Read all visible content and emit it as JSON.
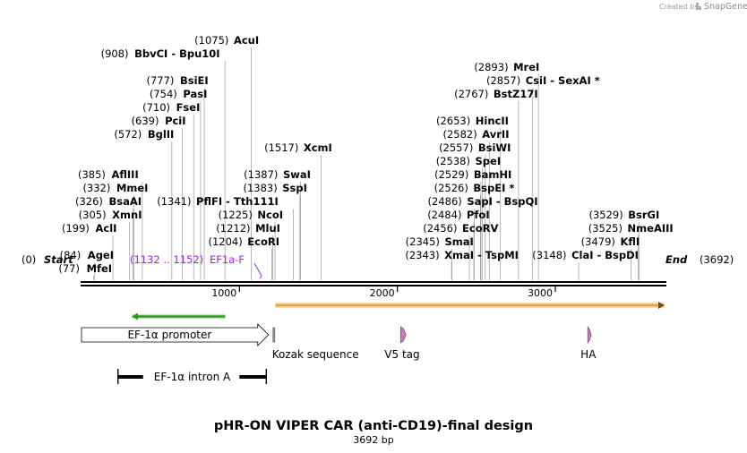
{
  "credit": {
    "text": "Created by",
    "brand": "SnapGene"
  },
  "title": "pHR-ON VIPER CAR (anti-CD19)-final design",
  "length_label": "3692 bp",
  "ends": {
    "start": {
      "pos": "(0)",
      "name": "Start"
    },
    "end": {
      "name": "End",
      "pos": "(3692)"
    }
  },
  "ticks": [
    {
      "value": 1000,
      "label": "1000"
    },
    {
      "value": 2000,
      "label": "2000"
    },
    {
      "value": 3000,
      "label": "3000"
    }
  ],
  "sites": [
    {
      "pos": 84,
      "pos_label": "(84)",
      "name": "AgeI",
      "row": 16
    },
    {
      "pos": 77,
      "pos_label": "(77)",
      "name": "MfeI",
      "row": 17
    },
    {
      "pos": 199,
      "pos_label": "(199)",
      "name": "AclI",
      "row": 14
    },
    {
      "pos": 305,
      "pos_label": "(305)",
      "name": "XmnI",
      "row": 13
    },
    {
      "pos": 326,
      "pos_label": "(326)",
      "name": "BsaAI",
      "row": 12
    },
    {
      "pos": 332,
      "pos_label": "(332)",
      "name": "MmeI",
      "row": 11
    },
    {
      "pos": 385,
      "pos_label": "(385)",
      "name": "AflIII",
      "row": 10
    },
    {
      "pos": 572,
      "pos_label": "(572)",
      "name": "BglII",
      "row": 7
    },
    {
      "pos": 639,
      "pos_label": "(639)",
      "name": "PciI",
      "row": 6
    },
    {
      "pos": 710,
      "pos_label": "(710)",
      "name": "FseI",
      "row": 5
    },
    {
      "pos": 754,
      "pos_label": "(754)",
      "name": "PasI",
      "row": 4
    },
    {
      "pos": 777,
      "pos_label": "(777)",
      "name": "BsiEI",
      "row": 3
    },
    {
      "pos": 908,
      "pos_label": "(908)",
      "name": "BbvCI",
      "name2": "Bpu10I",
      "row": 1
    },
    {
      "pos": 1075,
      "pos_label": "(1075)",
      "name": "AcuI",
      "row": 0
    },
    {
      "pos": 1341,
      "pos_label": "(1341)",
      "name": "PflFI",
      "name2": "Tth111I",
      "row": 12
    },
    {
      "pos": 1383,
      "pos_label": "(1383)",
      "name": "SspI",
      "row": 11
    },
    {
      "pos": 1387,
      "pos_label": "(1387)",
      "name": "SwaI",
      "row": 10
    },
    {
      "pos": 1517,
      "pos_label": "(1517)",
      "name": "XcmI",
      "row": 8
    },
    {
      "pos": 1225,
      "pos_label": "(1225)",
      "name": "NcoI",
      "row": 13
    },
    {
      "pos": 1212,
      "pos_label": "(1212)",
      "name": "MluI",
      "row": 14
    },
    {
      "pos": 1204,
      "pos_label": "(1204)",
      "name": "EcoRI",
      "row": 15
    },
    {
      "pos": 2343,
      "pos_label": "(2343)",
      "name": "XmaI",
      "name2": "TspMI",
      "row": 16
    },
    {
      "pos": 2345,
      "pos_label": "(2345)",
      "name": "SmaI",
      "row": 15
    },
    {
      "pos": 2456,
      "pos_label": "(2456)",
      "name": "EcoRV",
      "row": 14
    },
    {
      "pos": 2484,
      "pos_label": "(2484)",
      "name": "PfoI",
      "row": 13
    },
    {
      "pos": 2486,
      "pos_label": "(2486)",
      "name": "SapI",
      "name2": "BspQI",
      "row": 12
    },
    {
      "pos": 2526,
      "pos_label": "(2526)",
      "name": "BspEI *",
      "row": 11
    },
    {
      "pos": 2529,
      "pos_label": "(2529)",
      "name": "BamHI",
      "row": 10
    },
    {
      "pos": 2538,
      "pos_label": "(2538)",
      "name": "SpeI",
      "row": 9
    },
    {
      "pos": 2557,
      "pos_label": "(2557)",
      "name": "BsiWI",
      "row": 8
    },
    {
      "pos": 2582,
      "pos_label": "(2582)",
      "name": "AvrII",
      "row": 7
    },
    {
      "pos": 2653,
      "pos_label": "(2653)",
      "name": "HincII",
      "row": 6
    },
    {
      "pos": 2767,
      "pos_label": "(2767)",
      "name": "BstZ17I",
      "row": 4
    },
    {
      "pos": 2857,
      "pos_label": "(2857)",
      "name": "CsiI",
      "name2": "SexAI *",
      "row": 3
    },
    {
      "pos": 2893,
      "pos_label": "(2893)",
      "name": "MreI",
      "row": 2
    },
    {
      "pos": 3148,
      "pos_label": "(3148)",
      "name": "ClaI",
      "name2": "BspDI",
      "row": 16
    },
    {
      "pos": 3479,
      "pos_label": "(3479)",
      "name": "KflI",
      "row": 15
    },
    {
      "pos": 3525,
      "pos_label": "(3525)",
      "name": "NmeAIII",
      "row": 14
    },
    {
      "pos": 3529,
      "pos_label": "(3529)",
      "name": "BsrGI",
      "row": 13
    }
  ],
  "primer": {
    "range": "(1132 .. 1152)",
    "name": "EF1a-F",
    "color": "#9c27d6"
  },
  "features": {
    "promoter": {
      "label": "EF-1α promoter",
      "start": 0,
      "end": 1184
    },
    "intron": {
      "label": "EF-1α intron A",
      "start": 231,
      "end": 1170
    },
    "kozak": {
      "label": "Kozak sequence",
      "pos": 1218
    },
    "v5": {
      "label": "V5 tag",
      "pos": 2032,
      "color": "#c080b0"
    },
    "ha": {
      "label": "HA",
      "pos": 3211,
      "color": "#c080b0"
    },
    "green_orf": {
      "start": 318,
      "end": 910,
      "color": "#2f9a1e"
    },
    "orange_orf": {
      "start": 1228,
      "end": 3692,
      "color": "#e8a23c"
    }
  }
}
